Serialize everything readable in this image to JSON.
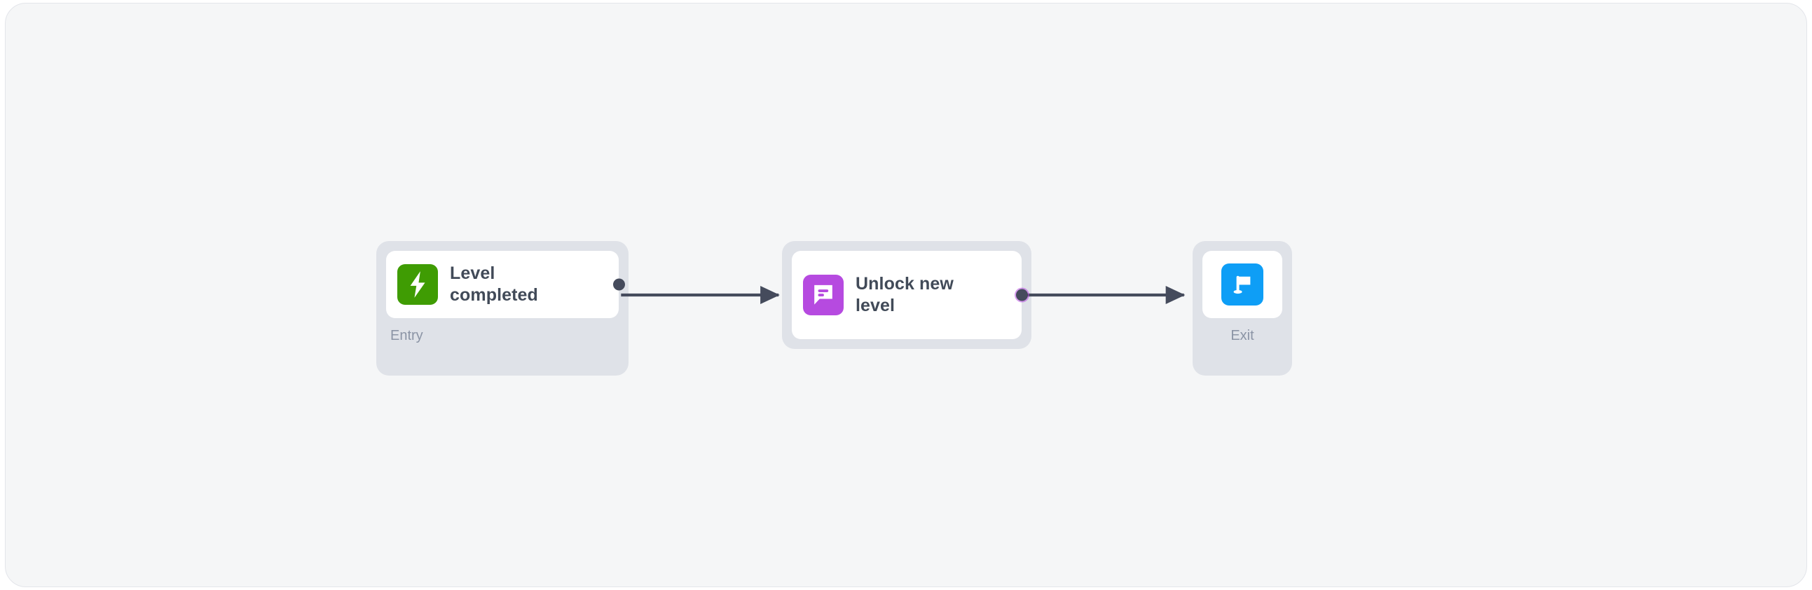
{
  "canvas": {
    "background_color": "#f5f6f7",
    "border_color": "#e3e5ea"
  },
  "diagram": {
    "type": "workflow-flowchart",
    "orientation": "left-to-right",
    "nodes": [
      {
        "id": "node-entry",
        "title": "Level\ncompleted",
        "caption": "Entry",
        "role": "entry",
        "icon_name": "lightning-bolt-icon",
        "icon_color": "#ffffff",
        "icon_tile_color": "#3f9c03",
        "has_output_port": true,
        "has_input_port": false
      },
      {
        "id": "node-action",
        "title": "Unlock new\nlevel",
        "caption": "",
        "role": "action",
        "icon_name": "message-bubble-icon",
        "icon_color": "#ffffff",
        "icon_tile_color": "#b64ae0",
        "has_output_port": true,
        "has_input_port": true
      },
      {
        "id": "node-exit",
        "title": "",
        "caption": "Exit",
        "role": "exit",
        "icon_name": "flag-icon",
        "icon_color": "#ffffff",
        "icon_tile_color": "#0e9ef6",
        "has_output_port": false,
        "has_input_port": true
      }
    ],
    "edges": [
      {
        "id": "edge-1",
        "from": "node-entry",
        "to": "node-action",
        "label": "",
        "color": "#454b5c",
        "source_marker": "dot",
        "target_marker": "arrow"
      },
      {
        "id": "edge-2",
        "from": "node-action",
        "to": "node-exit",
        "label": "",
        "color": "#454b5c",
        "source_marker": "dot",
        "target_marker": "arrow"
      }
    ],
    "colors": {
      "node_wrapper": "#dfe2e8",
      "node_card": "#ffffff",
      "title_text": "#414a58",
      "caption_text": "#8b94a5",
      "edge": "#454b5c",
      "port": "#454b5c"
    }
  }
}
